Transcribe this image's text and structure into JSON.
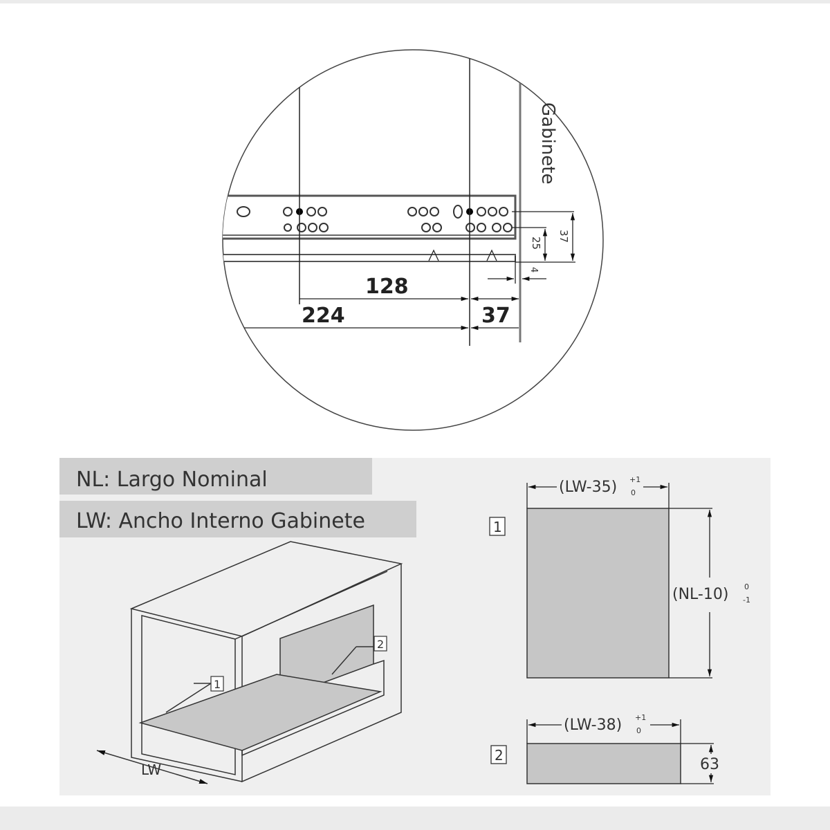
{
  "detail": {
    "cabinet_label": "Gabinete",
    "dim_128": "128",
    "dim_224": "224",
    "dim_37_bottom": "37",
    "dim_37_side": "37",
    "dim_25": "25",
    "dim_4": "4"
  },
  "legend": {
    "nl": "NL: Largo Nominal",
    "lw": "LW: Ancho Interno Gabinete"
  },
  "cabinet": {
    "part1_tag": "1",
    "part2_tag": "2",
    "lw_label": "LW"
  },
  "part1": {
    "tag": "1",
    "width_formula": "(LW-35)",
    "width_tol_upper": "+1",
    "width_tol_lower": "0",
    "length_formula": "(NL-10)",
    "length_tol_upper": "0",
    "length_tol_lower": "-1"
  },
  "part2": {
    "tag": "2",
    "width_formula": "(LW-38)",
    "width_tol_upper": "+1",
    "width_tol_lower": "0",
    "height": "63"
  }
}
